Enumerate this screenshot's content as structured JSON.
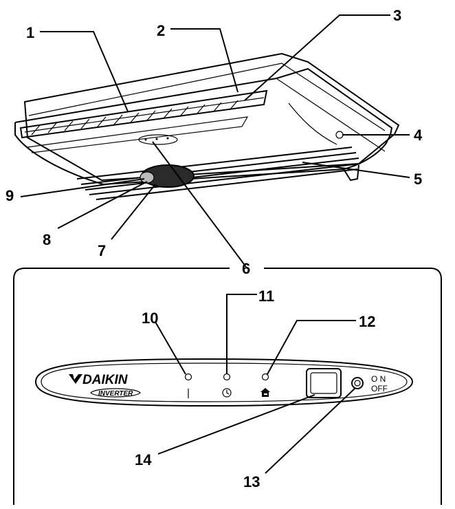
{
  "callouts": {
    "c1": "1",
    "c2": "2",
    "c3": "3",
    "c4": "4",
    "c5": "5",
    "c6": "6",
    "c7": "7",
    "c8": "8",
    "c9": "9",
    "c10": "10",
    "c11": "11",
    "c12": "12",
    "c13": "13",
    "c14": "14"
  },
  "panel": {
    "brand": "DAIKIN",
    "sub_brand": "INVERTER",
    "switch_on": "O N",
    "switch_off": "OFF"
  },
  "icons": [
    "daikin-logo-icon",
    "clock-icon",
    "house-key-icon",
    "operation-indicator-icon"
  ]
}
